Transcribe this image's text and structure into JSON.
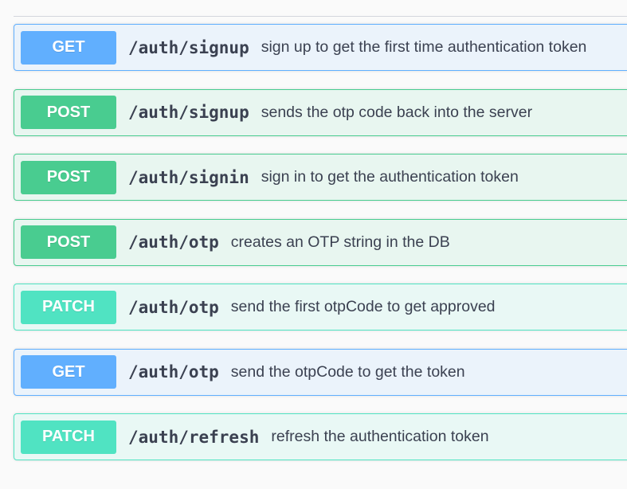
{
  "operations": [
    {
      "method": "GET",
      "path": "/auth/signup",
      "summary": "sign up to get the first time authentication token"
    },
    {
      "method": "POST",
      "path": "/auth/signup",
      "summary": "sends the otp code back into the server"
    },
    {
      "method": "POST",
      "path": "/auth/signin",
      "summary": "sign in to get the authentication token"
    },
    {
      "method": "POST",
      "path": "/auth/otp",
      "summary": "creates an OTP string in the DB"
    },
    {
      "method": "PATCH",
      "path": "/auth/otp",
      "summary": "send the first otpCode to get approved"
    },
    {
      "method": "GET",
      "path": "/auth/otp",
      "summary": "send the otpCode to get the token"
    },
    {
      "method": "PATCH",
      "path": "/auth/refresh",
      "summary": "refresh the authentication token"
    }
  ],
  "method_colors": {
    "GET": "#61affe",
    "POST": "#49cc90",
    "PATCH": "#50e3c2"
  }
}
